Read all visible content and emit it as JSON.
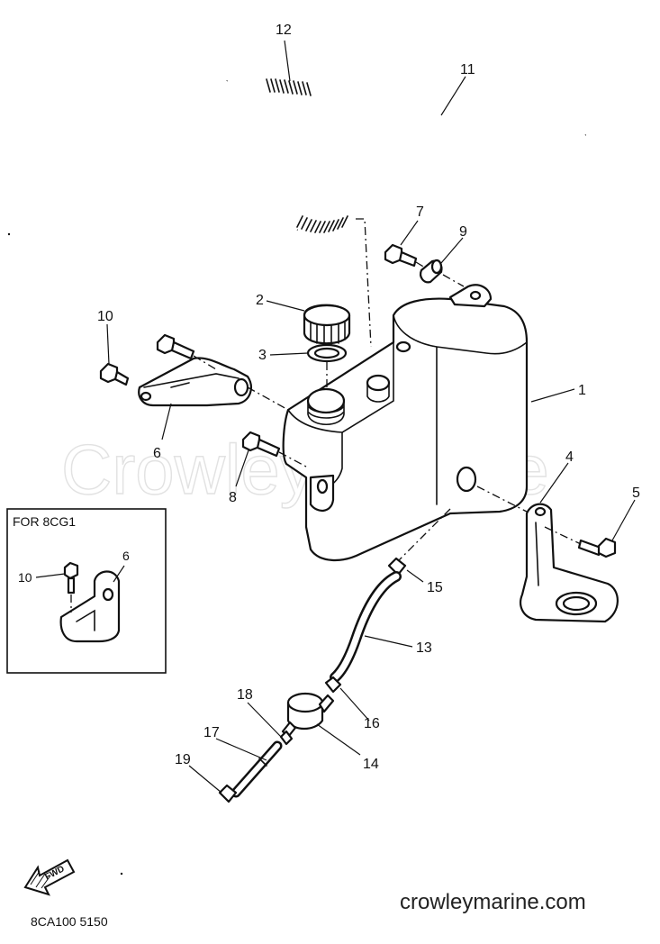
{
  "watermark": "Crowley Marine",
  "site_url": "crowleymarine.com",
  "inset_label": "FOR 8CG1",
  "drawing_code": "8CA100 5150",
  "fwd_label": "FWD",
  "callouts": {
    "c1": "1",
    "c2": "2",
    "c3": "3",
    "c4": "4",
    "c5": "5",
    "c6": "6",
    "c7": "7",
    "c8": "8",
    "c9": "9",
    "c10": "10",
    "c11": "11",
    "c12": "12",
    "c13": "13",
    "c14": "14",
    "c15": "15",
    "c16": "16",
    "c17": "17",
    "c18": "18",
    "c19": "19",
    "inset_c6": "6",
    "inset_c10": "10"
  }
}
